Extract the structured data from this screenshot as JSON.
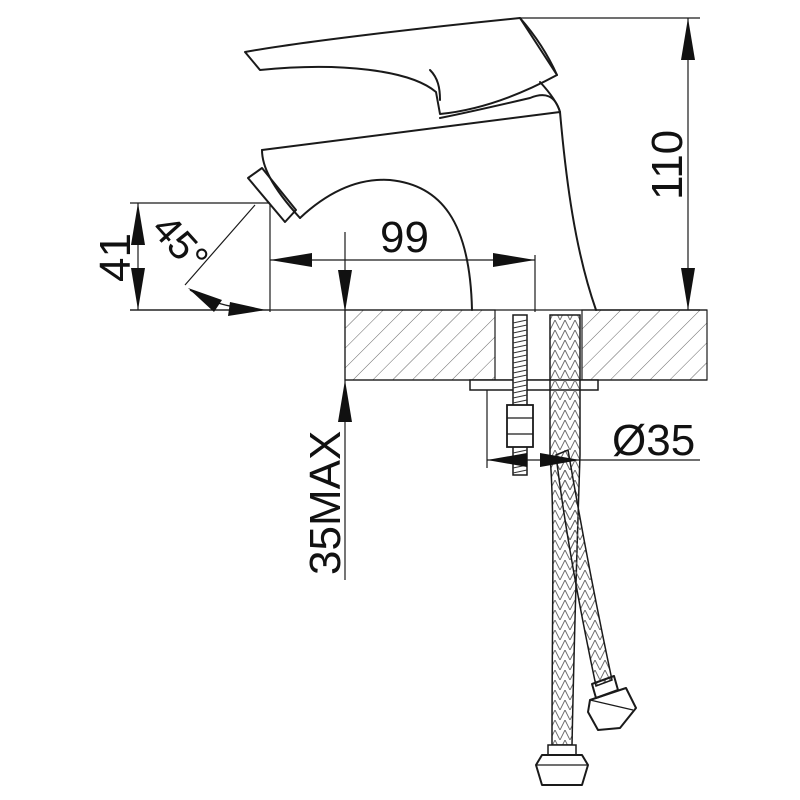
{
  "dimensions": {
    "height_total": "110",
    "spout_height": "41",
    "spout_reach": "99",
    "angle": "45°",
    "hole_diameter": "Ø35",
    "max_thickness": "35MAX"
  }
}
